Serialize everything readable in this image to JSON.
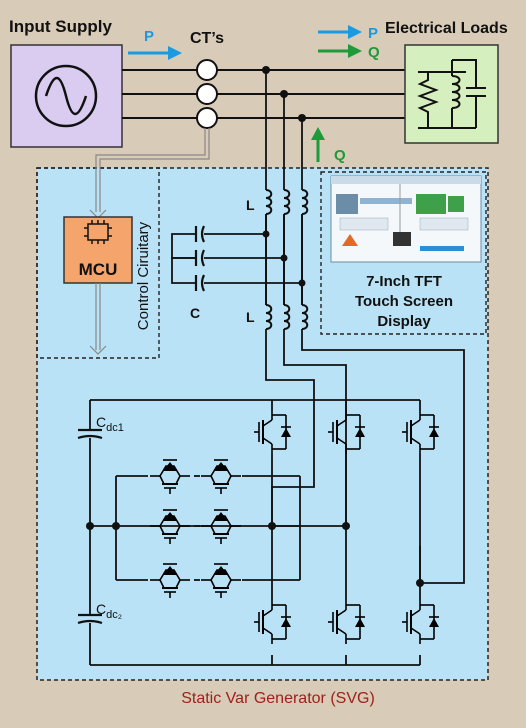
{
  "labels": {
    "input_supply": "Input Supply",
    "cts": "CT’s",
    "p_left": "P",
    "p_right": "P",
    "q_right": "Q",
    "q_up": "Q",
    "electrical_loads": "Electrical Loads",
    "mcu": "MCU",
    "control": "Control Ciruitary",
    "l_top": "L",
    "l_bottom": "L",
    "c": "C",
    "cdc1_main": "C",
    "cdc1_sub": "dc1",
    "cdc2_main": "C",
    "cdc2_sub": "dc₂",
    "tft_line1": "7-Inch TFT",
    "tft_line2": "Touch Screen",
    "tft_line3": "Display",
    "title": "Static Var Generator (SVG)"
  },
  "colors": {
    "background": "#d8cbb8",
    "svg_panel": "#b9e2f6",
    "supply_box": "#d9ccf0",
    "load_box": "#d6efbf",
    "mcu_box": "#f5a46b",
    "arrow_blue": "#1a9ae0",
    "arrow_green": "#1f9a3a",
    "title_red": "#a0201a"
  },
  "icons": [
    "ac-source-icon",
    "resistor-icon",
    "inductor-icon",
    "capacitor-icon",
    "chip-icon",
    "igbt-icon",
    "diode-icon",
    "touch-screen-icon"
  ]
}
